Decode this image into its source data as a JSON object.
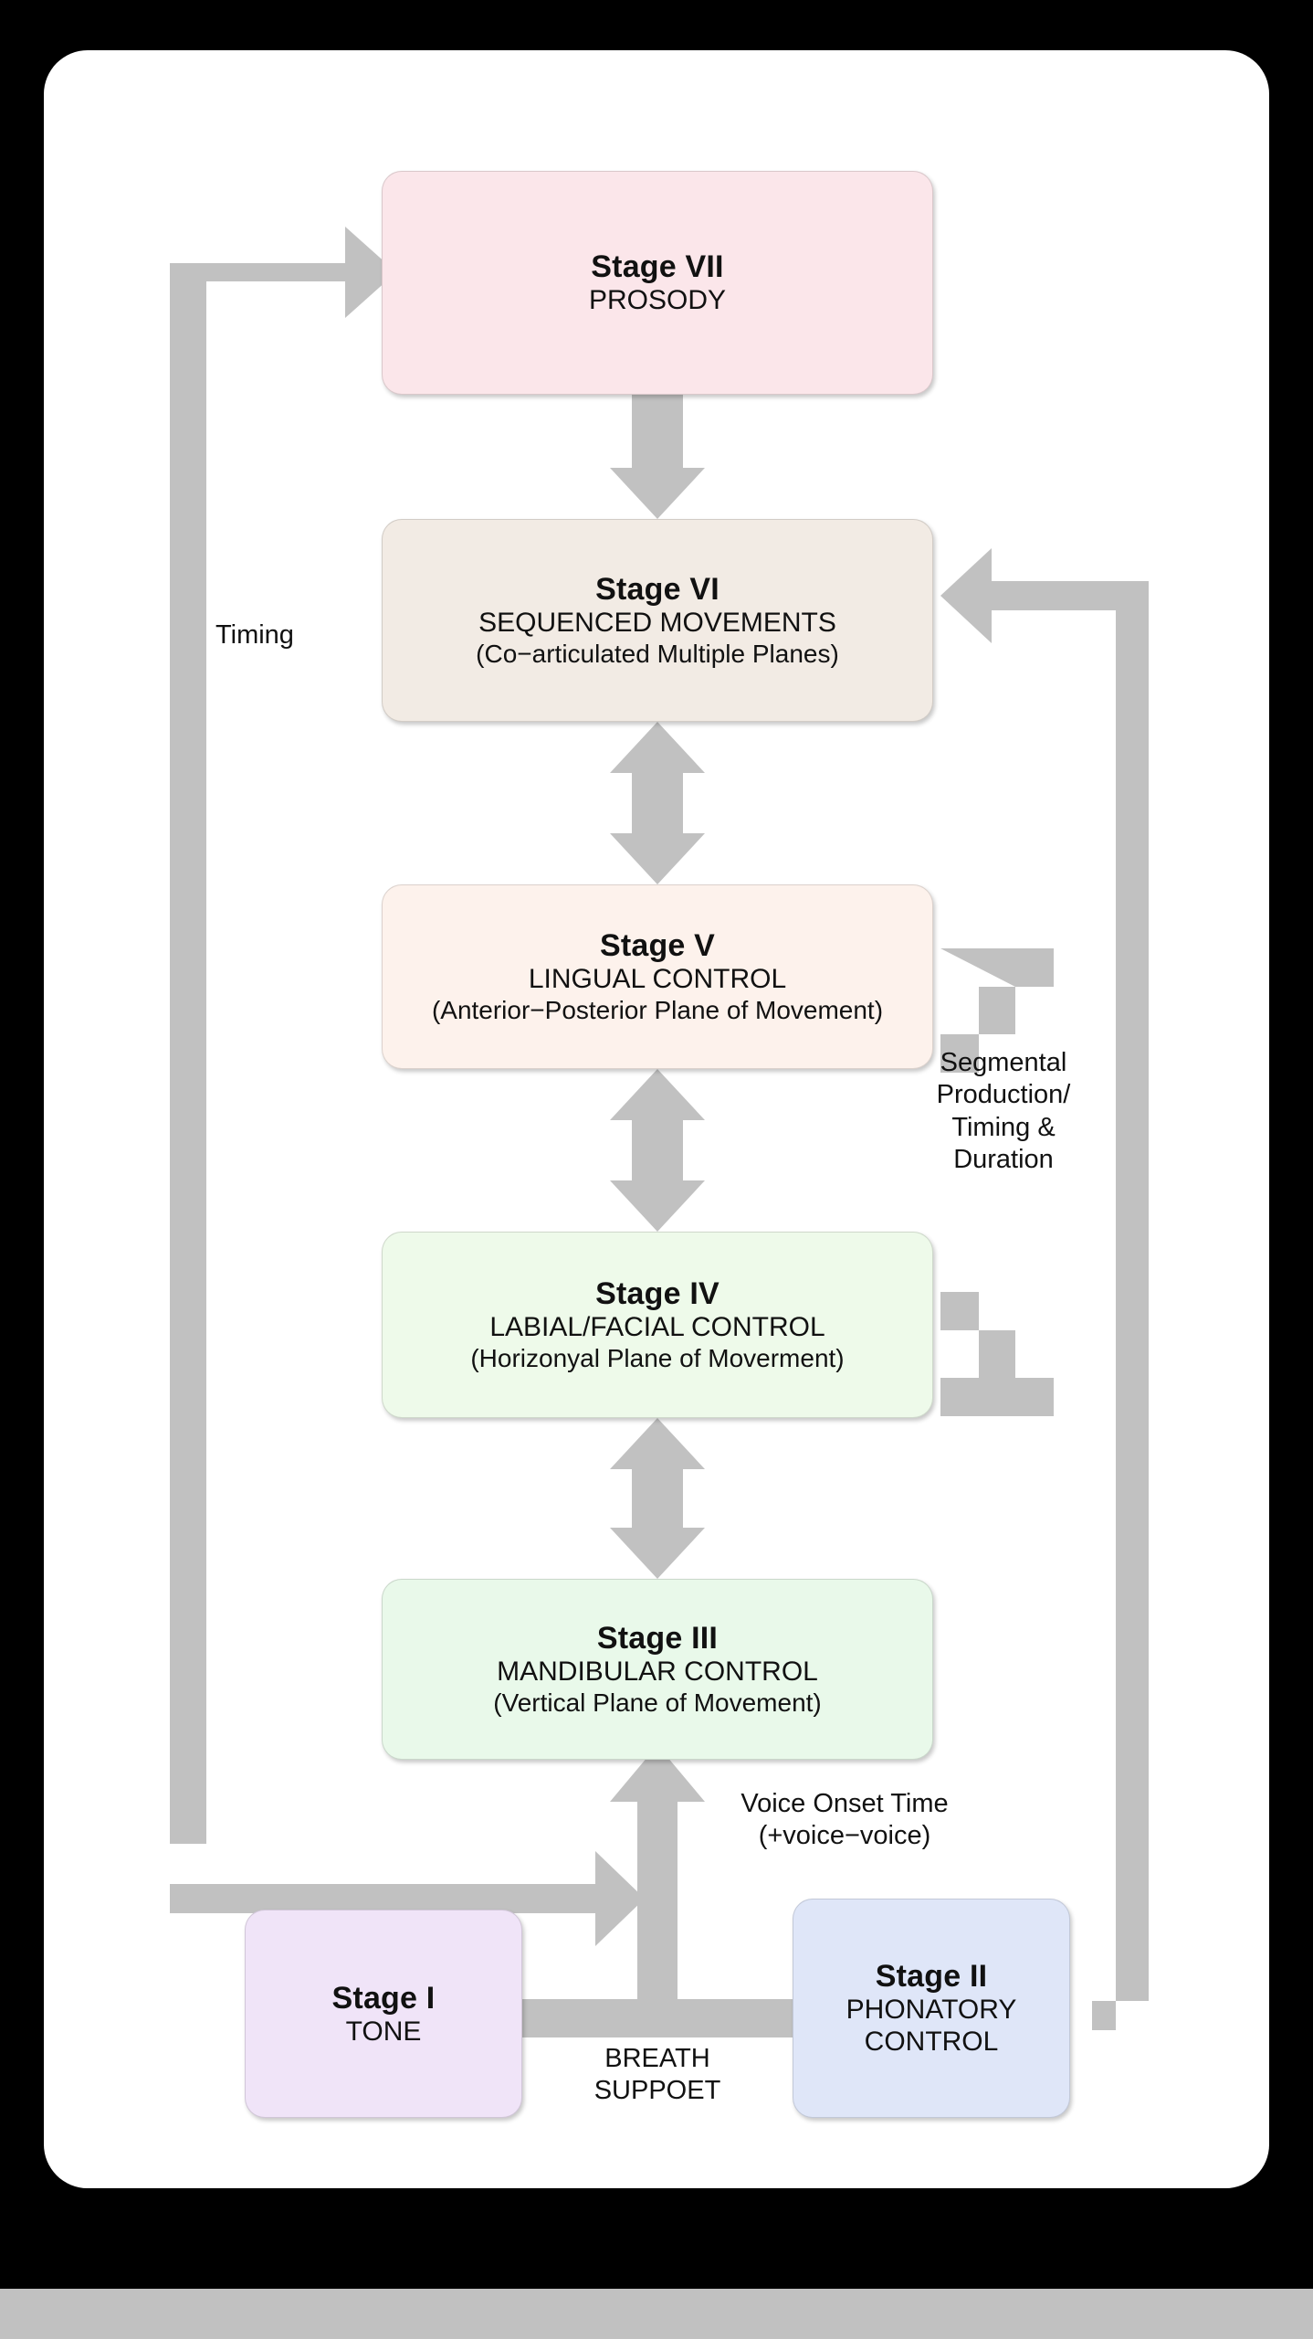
{
  "diagram": {
    "title": "Speech Motor Control Stage Hierarchy",
    "background_color": "#000000",
    "card_color": "#ffffff",
    "connector_color": "#c1c1c1",
    "bottom_strip_color": "#c1c1c1"
  },
  "stages": {
    "vii": {
      "title": "Stage VII",
      "subtitle": "PROSODY",
      "note": "",
      "color": "#fbe6ea"
    },
    "vi": {
      "title": "Stage VI",
      "subtitle": "SEQUENCED MOVEMENTS",
      "note": "(Co−articulated Multiple Planes)",
      "color": "#f2ebe4"
    },
    "v": {
      "title": "Stage V",
      "subtitle": "LINGUAL CONTROL",
      "note": "(Anterior−Posterior\nPlane of Movement)",
      "color": "#fdf2ec"
    },
    "iv": {
      "title": "Stage IV",
      "subtitle": "LABIAL/FACIAL CONTROL",
      "note": "(Horizonyal Plane of Moverment)",
      "color": "#eefaea"
    },
    "iii": {
      "title": "Stage III",
      "subtitle": "MANDIBULAR CONTROL",
      "note": "(Vertical Plane of Movement)",
      "color": "#e9f9ea"
    },
    "ii": {
      "title": "Stage II",
      "subtitle": "PHONATORY\nCONTROL",
      "note": "",
      "color": "#dfe6f8"
    },
    "i": {
      "title": "Stage I",
      "subtitle": "TONE",
      "note": "",
      "color": "#f0e4f8"
    }
  },
  "labels": {
    "timing": "Timing",
    "segmental": "Segmental\nProduction/\nTiming &\nDuration",
    "voice_onset_time": "Voice Onset Time\n(+voice−voice)",
    "breath_support": "BREATH\nSUPPOET"
  },
  "connectors": [
    {
      "name": "stage-vii-to-stage-vi",
      "from": "Stage VII",
      "to": "Stage VI",
      "kind": "arrow-down"
    },
    {
      "name": "stage-vi-to-stage-v",
      "from": "Stage VI",
      "to": "Stage V",
      "kind": "arrow-bidirectional-vertical"
    },
    {
      "name": "stage-v-to-stage-iv",
      "from": "Stage V",
      "to": "Stage IV",
      "kind": "arrow-bidirectional-vertical"
    },
    {
      "name": "stage-iv-to-stage-iii",
      "from": "Stage IV",
      "to": "Stage III",
      "kind": "arrow-bidirectional-vertical"
    },
    {
      "name": "timing-loop-to-stage-vii",
      "from": "lower-left-bus",
      "to": "Stage VII",
      "kind": "elbow-arrow-right",
      "label": "Timing"
    },
    {
      "name": "segmental-loop-v-to-iv",
      "from": "Stage V",
      "to": "Stage IV",
      "kind": "side-elbow-bracket",
      "label": "Segmental Production/Timing & Duration"
    },
    {
      "name": "stage-ii-loop-to-stage-vi",
      "from": "Stage II",
      "to": "Stage VI",
      "kind": "elbow-arrow-left"
    },
    {
      "name": "stage-ii-to-stage-iii",
      "from": "Stage II",
      "to": "Stage III",
      "kind": "elbow-arrow-up",
      "label": "Voice Onset Time (+voice−voice)"
    },
    {
      "name": "stage-i-to-breath-bus",
      "from": "Stage I",
      "to": "Stage II",
      "kind": "line-horizontal",
      "label": "BREATH SUPPOET"
    }
  ]
}
